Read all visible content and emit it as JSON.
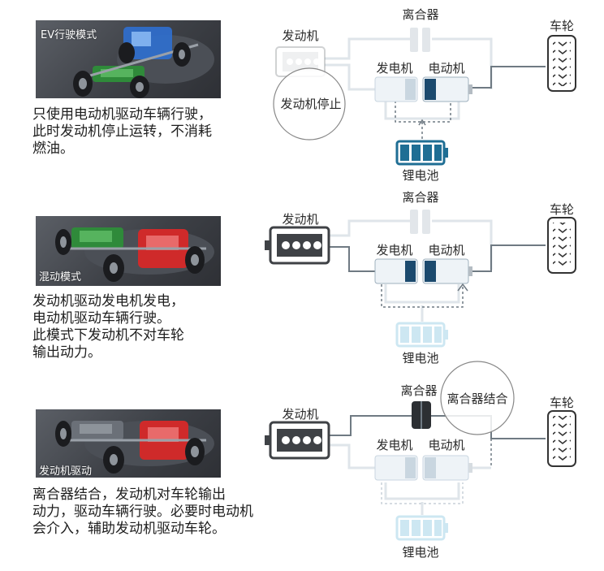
{
  "colors": {
    "motor_dark": "#1c4a6e",
    "battery_active": "#1f6e94",
    "battery_pale": "#cde7f2",
    "line_pale": "#dfe5ea",
    "line_dark": "#6f7a83",
    "engine_dark": "#3f4246",
    "clutch_dark": "#2c2f33",
    "chassis_blue": "#2f6fd0",
    "chassis_green": "#2f8a3a",
    "chassis_red": "#cf2a2a"
  },
  "panels": [
    {
      "photo_label": "EV行驶模式",
      "description": [
        "只使用电动机驱动车辆行驶，",
        "此时发动机停止运转，不消耗",
        "燃油。"
      ],
      "labels": {
        "clutch": "离合器",
        "engine": "发动机",
        "generator": "发电机",
        "motor": "电动机",
        "wheel": "车轮",
        "battery": "锂电池",
        "callout": "发动机停止"
      }
    },
    {
      "photo_label": "混动模式",
      "description": [
        "发动机驱动发电机发电，",
        "电动机驱动车辆行驶。",
        "此模式下发动机不对车轮",
        "输出动力。"
      ],
      "labels": {
        "clutch": "离合器",
        "engine": "发动机",
        "generator": "发电机",
        "motor": "电动机",
        "wheel": "车轮",
        "battery": "锂电池"
      }
    },
    {
      "photo_label": "发动机驱动",
      "description": [
        "离合器结合，发动机对车轮输出",
        "动力，驱动车辆行驶。必要时电动机",
        "会介入，辅助发动机驱动车轮。"
      ],
      "labels": {
        "clutch": "离合器",
        "engine": "发动机",
        "generator": "发电机",
        "motor": "电动机",
        "wheel": "车轮",
        "battery": "锂电池",
        "callout": "离合器结合"
      }
    }
  ]
}
